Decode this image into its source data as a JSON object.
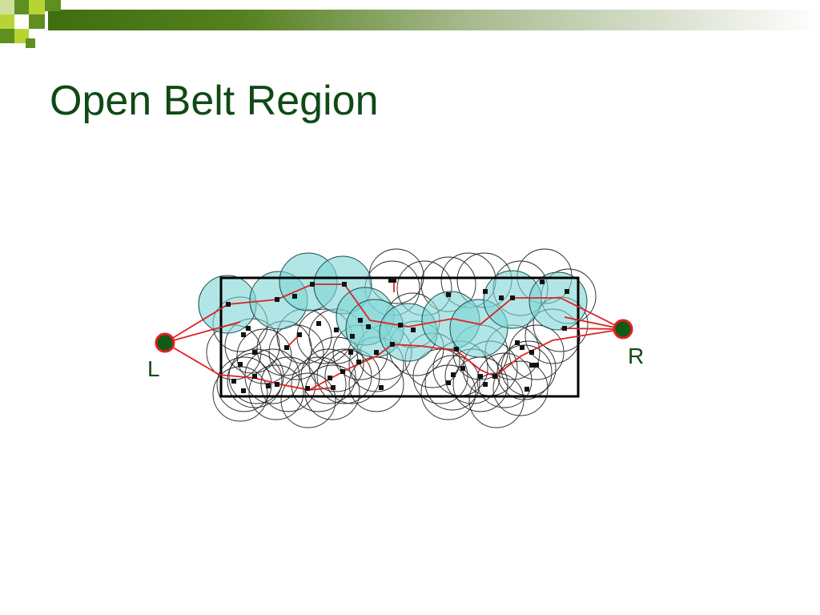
{
  "slide": {
    "title": "Open Belt Region"
  },
  "diagram": {
    "left_label": "L",
    "right_label": "R",
    "colors": {
      "title": "#0f4a14",
      "accent_green": "#5a8a1e",
      "light_green": "#b8d434",
      "endpoint_fill": "#0e5a16",
      "path_red": "#e02020",
      "highlight_disk": "#7fd6d6",
      "rectangle": "#000000"
    }
  }
}
